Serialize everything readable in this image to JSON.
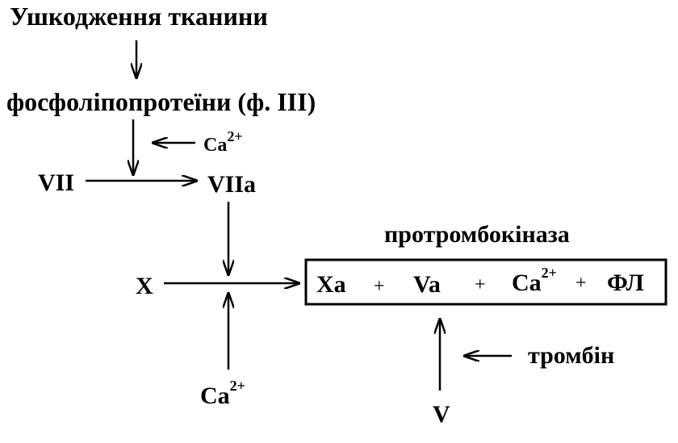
{
  "diagram": {
    "title": "Ушкодження тканини",
    "phospholipoproteins": "фосфоліпопротеїни (ф. III)",
    "calcium_small": {
      "base": "Ca",
      "charge": "2+"
    },
    "factor_vii": "VII",
    "factor_viia": "VIIa",
    "prothrombokinase": "протромбокіназа",
    "factor_x": "X",
    "complex": {
      "xa": "Xa",
      "plus1": "+",
      "va": "Va",
      "plus2": "+",
      "ca_base": "Ca",
      "ca_charge": "2+",
      "plus3": "+",
      "fl": "ФЛ"
    },
    "calcium_bottom": {
      "base": "Ca",
      "charge": "2+"
    },
    "thrombin": "тромбін",
    "factor_v": "V"
  }
}
